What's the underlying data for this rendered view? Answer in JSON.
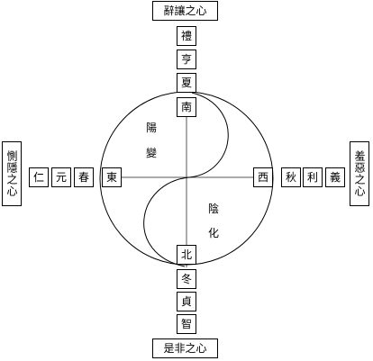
{
  "heart": {
    "top": "辭讓之心",
    "left": "惻隱之心",
    "right": "羞惡之心",
    "bottom": "是非之心"
  },
  "south": {
    "items": [
      "禮",
      "亨",
      "夏",
      "南"
    ]
  },
  "north": {
    "items": [
      "北",
      "冬",
      "貞",
      "智"
    ]
  },
  "west_side": {
    "items": [
      "仁",
      "元",
      "春",
      "東"
    ]
  },
  "east_side": {
    "items": [
      "西",
      "秋",
      "利",
      "義"
    ]
  },
  "yang": {
    "char1": "陽",
    "char2": "變"
  },
  "yin": {
    "char1": "陰",
    "char2": "化"
  }
}
